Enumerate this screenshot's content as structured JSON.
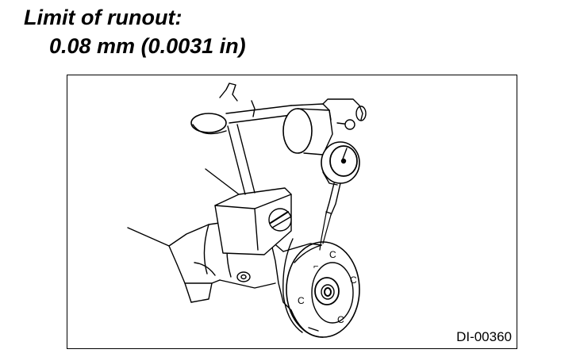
{
  "spec": {
    "heading": "Limit of runout:",
    "value": "0.08 mm (0.0031 in)"
  },
  "figure": {
    "code": "DI-00360",
    "parts": [
      "dial-gauge",
      "magnetic-base",
      "gauge-stand",
      "hub-flange",
      "differential-housing"
    ]
  }
}
